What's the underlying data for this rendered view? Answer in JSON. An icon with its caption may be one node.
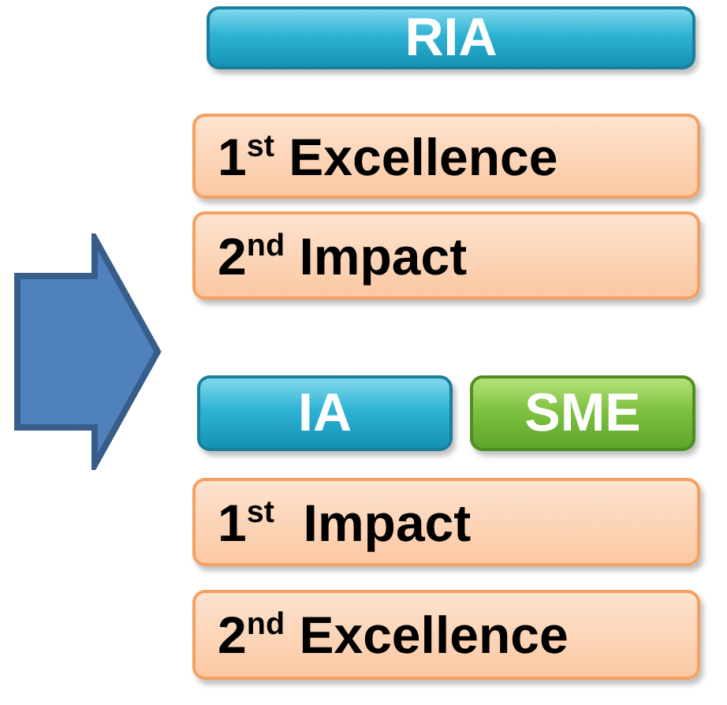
{
  "diagram": {
    "nodes": [
      {
        "text": [
          "RIA"
        ]
      },
      {
        "text": [
          "1$^{st}$ Excellence"
        ]
      },
      {
        "text": [
          "2$^{nd}$ Impact"
        ]
      },
      {
        "text": [
          "IA"
        ]
      },
      {
        "text": [
          "SME"
        ]
      },
      {
        "text": [
          "1$^{st}$  Impact"
        ]
      },
      {
        "text": [
          "2$^{nd}$ Excellence"
        ]
      }
    ]
  }
}
